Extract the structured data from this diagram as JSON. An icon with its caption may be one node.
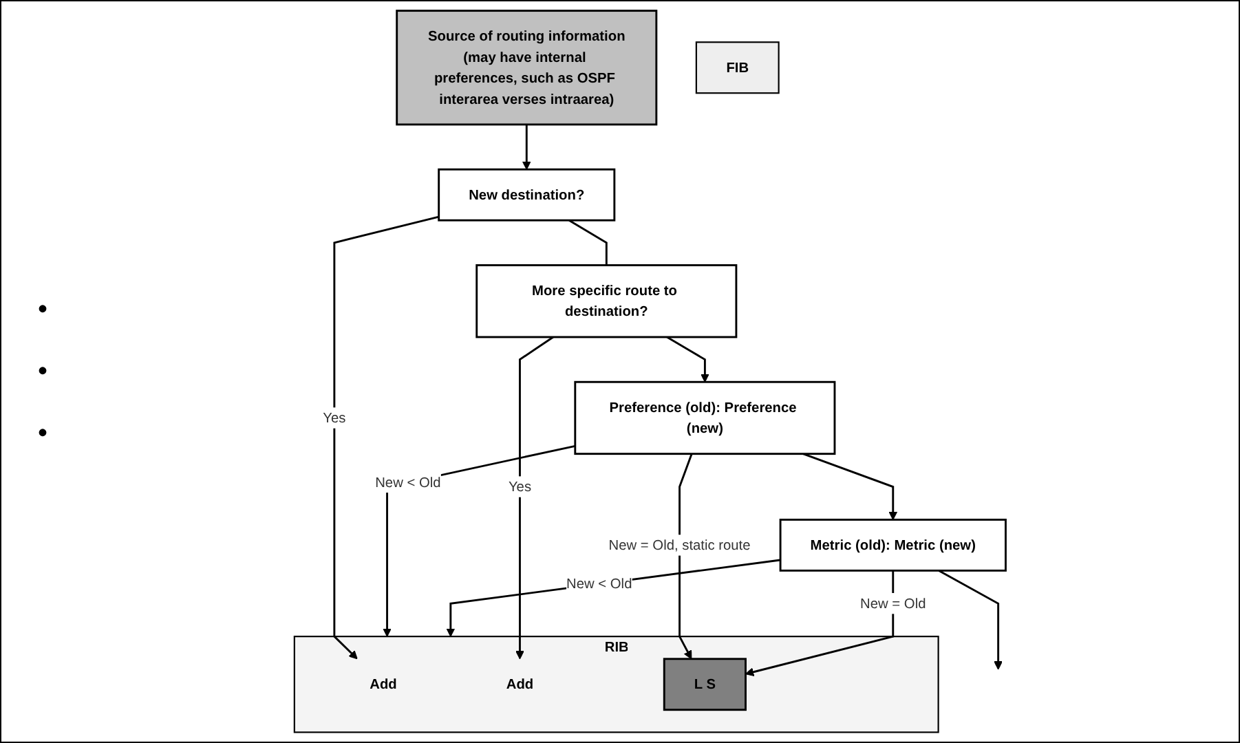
{
  "diagram": {
    "nodes": [
      {
        "text": [
          "Source of routing information",
          "(may have internal preferences, such as OSPF interarea verses intraarea)"
        ]
      },
      {
        "text": [
          "New destination?"
        ]
      },
      {
        "text": [
          "More specific route to destination?"
        ]
      },
      {
        "text": [
          "Preference (old): Preference (new)"
        ]
      },
      {
        "text": [
          "Metric (old): Metric (new)"
        ]
      },
      {
        "text": [
          "RIB"
        ]
      },
      {
        "text": [
          "Add"
        ],
        "in": 5
      },
      {
        "text": [
          "Add"
        ],
        "in": 5
      },
      {
        "text": [
          "L S"
        ],
        "in": 5
      },
      {
        "text": [
          "FIB"
        ]
      }
    ],
    "edges": [
      {
        "from": 0,
        "to": 1,
        "arrow": "to"
      },
      {
        "from": 1,
        "to": 6,
        "arrow": "to",
        "label": "Yes"
      },
      {
        "from": 1,
        "to": 2,
        "arrow": "none"
      },
      {
        "from": 2,
        "to": 7,
        "arrow": "to",
        "label": "Yes"
      },
      {
        "from": 2,
        "to": 3,
        "arrow": "to"
      },
      {
        "from": 3,
        "to": 5,
        "arrow": "to",
        "label": "New < Old"
      },
      {
        "from": 3,
        "to": 8,
        "arrow": "to",
        "label": "New = Old, static route"
      },
      {
        "from": 3,
        "to": 4,
        "arrow": "to"
      },
      {
        "from": 4,
        "to": 5,
        "arrow": "to",
        "label": "New < Old"
      },
      {
        "from": 4,
        "to": 8,
        "arrow": "to",
        "label": "New = Old"
      },
      {
        "from": 4,
        "to": null,
        "arrow": "to"
      }
    ],
    "labels": [
      "•",
      "•",
      "•"
    ]
  }
}
